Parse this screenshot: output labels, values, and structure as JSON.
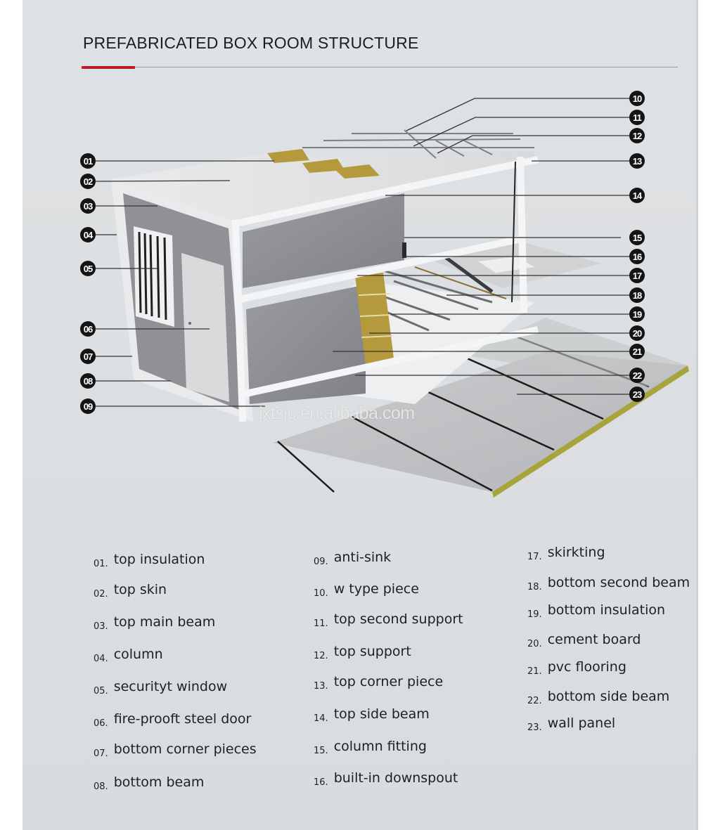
{
  "header": {
    "title": "PREFABRICATED BOX ROOM STRUCTURE",
    "accent_color": "#b81c22"
  },
  "diagram": {
    "subject": "exploded view of prefabricated box room / container house",
    "watermark": "jxtsjc.en.alibaba.com",
    "callouts_left": [
      "01",
      "02",
      "03",
      "04",
      "05",
      "06",
      "07",
      "08",
      "09"
    ],
    "callouts_right": [
      "10",
      "11",
      "12",
      "13",
      "14",
      "15",
      "16",
      "17",
      "18",
      "19",
      "20",
      "21",
      "22",
      "23"
    ],
    "colors": {
      "frame": "#f2f3f4",
      "wall_panel": "#8d8f93",
      "insulation": "#b49a3c",
      "badge": "#141414",
      "background": "#dde0e2"
    }
  },
  "legend": {
    "columns": [
      [
        {
          "num": "01.",
          "label": "top insulation"
        },
        {
          "num": "02.",
          "label": "top skin"
        },
        {
          "num": "03.",
          "label": "top main beam"
        },
        {
          "num": "04.",
          "label": "column"
        },
        {
          "num": "05.",
          "label": "securityt window"
        },
        {
          "num": "06.",
          "label": "fire-prooft steel door"
        },
        {
          "num": "07.",
          "label": "bottom corner pieces"
        },
        {
          "num": "08.",
          "label": "bottom beam"
        }
      ],
      [
        {
          "num": "09.",
          "label": "anti-sink"
        },
        {
          "num": "10.",
          "label": "w type piece"
        },
        {
          "num": "11.",
          "label": "top second support"
        },
        {
          "num": "12.",
          "label": "top support"
        },
        {
          "num": "13.",
          "label": "top corner piece"
        },
        {
          "num": "14.",
          "label": "top side beam"
        },
        {
          "num": "15.",
          "label": "column fitting"
        },
        {
          "num": "16.",
          "label": "built-in downspout"
        }
      ],
      [
        {
          "num": "17.",
          "label": "skirkting"
        },
        {
          "num": "18.",
          "label": "bottom second beam"
        },
        {
          "num": "19.",
          "label": "bottom insulation"
        },
        {
          "num": "20.",
          "label": "cement board"
        },
        {
          "num": "21.",
          "label": "pvc flooring"
        },
        {
          "num": "22.",
          "label": "bottom side beam"
        },
        {
          "num": "23.",
          "label": "wall panel"
        }
      ]
    ]
  }
}
